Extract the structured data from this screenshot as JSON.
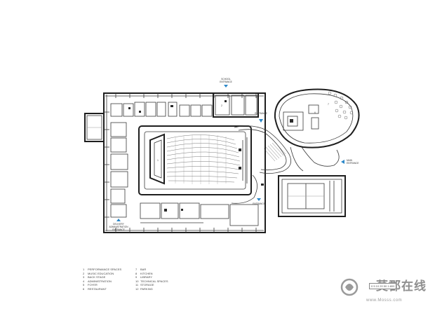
{
  "labels": {
    "entrance_top": [
      "SCHOOL",
      "ENTRANCE"
    ],
    "entrance_mid": "ENTRANCE",
    "entrance_low": "ENTRANCE",
    "entrance_right": [
      "MAIN",
      "ENTRANCE"
    ],
    "entrance_delivery": [
      "DELIVERY",
      "ADMINISTRATION",
      "ENTRANCE"
    ]
  },
  "legend": [
    {
      "n": "1",
      "text": "PERFORMANCE SPACES"
    },
    {
      "n": "2",
      "text": "MUSIC EDUCATION"
    },
    {
      "n": "3",
      "text": "BACK STAGE"
    },
    {
      "n": "4",
      "text": "ADMINISTRATION"
    },
    {
      "n": "5",
      "text": "FOYER"
    },
    {
      "n": "6",
      "text": "RESTAURANT"
    },
    {
      "n": "7",
      "text": "BAR"
    },
    {
      "n": "8",
      "text": "KITCHEN"
    },
    {
      "n": "9",
      "text": "LIBRARY"
    },
    {
      "n": "10",
      "text": "TECHNICAL SPACES"
    },
    {
      "n": "11",
      "text": "STORAGE"
    },
    {
      "n": "12",
      "text": "PARKING"
    }
  ],
  "scale": "0  5  10  20  50  1:800",
  "watermark": {
    "title": "莫郡在线",
    "url": "www.Mosss.com"
  }
}
